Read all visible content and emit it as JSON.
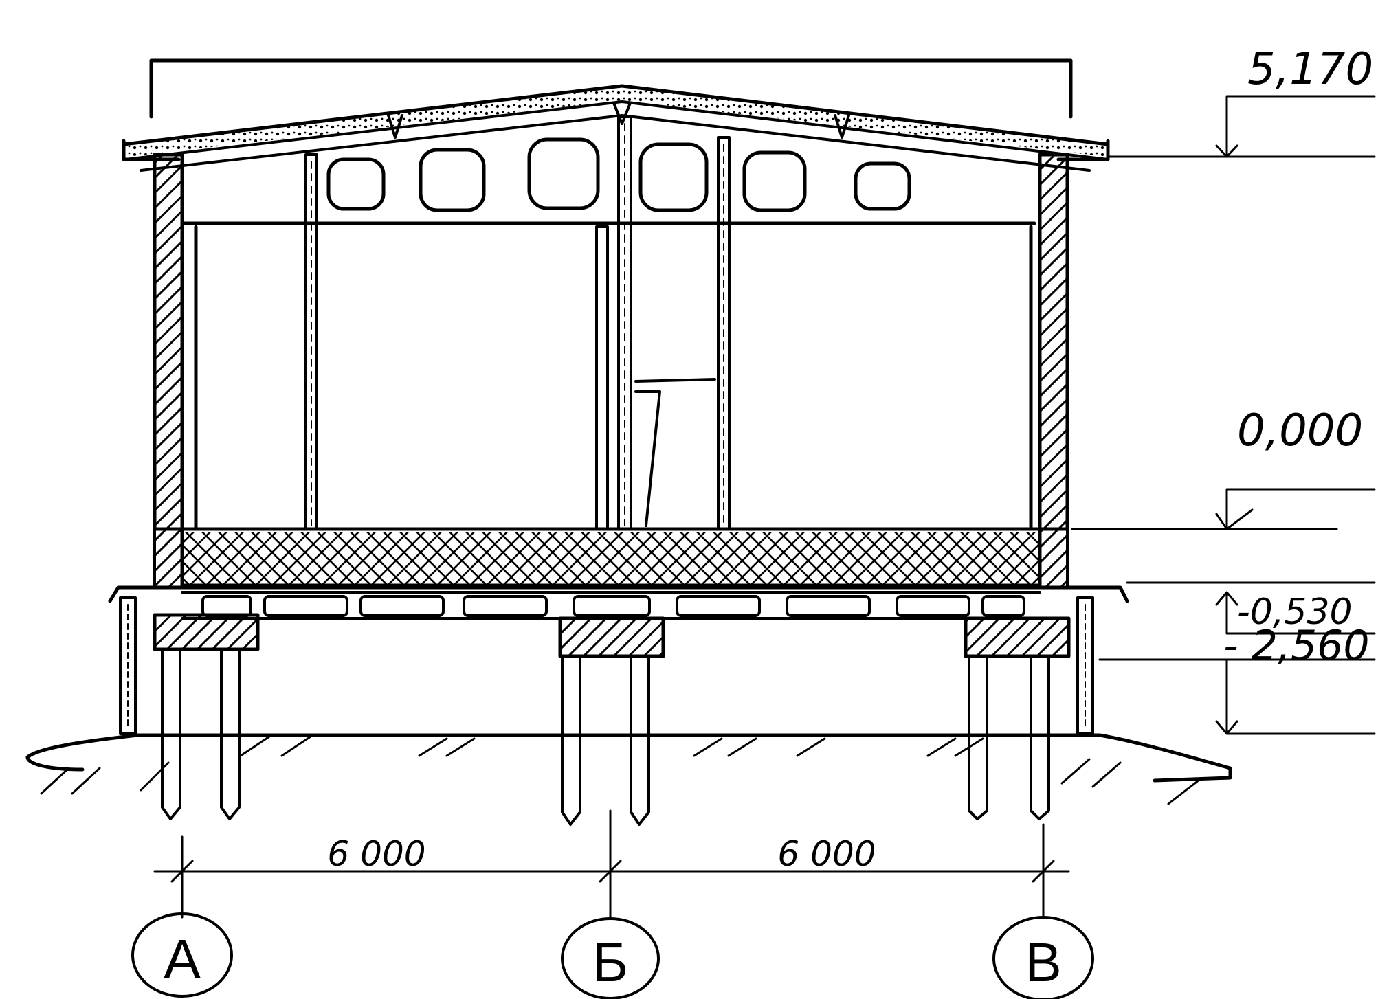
{
  "elevations": {
    "top": "5,170",
    "floor": "0,000",
    "plinth": "-0,530",
    "ground": "- 2,560"
  },
  "dimensions": {
    "span_left": "6 000",
    "span_right": "6 000"
  },
  "axes": {
    "left": "А",
    "middle": "Б",
    "right": "В"
  },
  "colors": {
    "ink": "#000000",
    "paper": "#ffffff"
  }
}
